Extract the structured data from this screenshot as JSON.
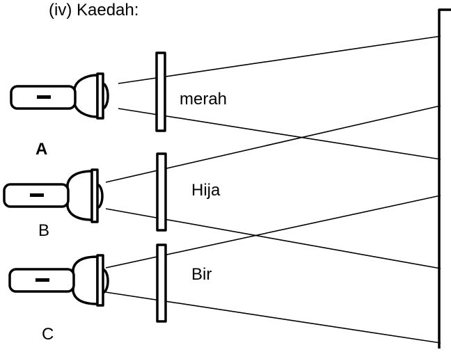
{
  "heading": "(iv) Kaedah:",
  "torches": [
    {
      "label": "A"
    },
    {
      "label": "B"
    },
    {
      "label": "C"
    }
  ],
  "filters": [
    {
      "label": "merah"
    },
    {
      "label": "Hija"
    },
    {
      "label": "Bir"
    }
  ]
}
